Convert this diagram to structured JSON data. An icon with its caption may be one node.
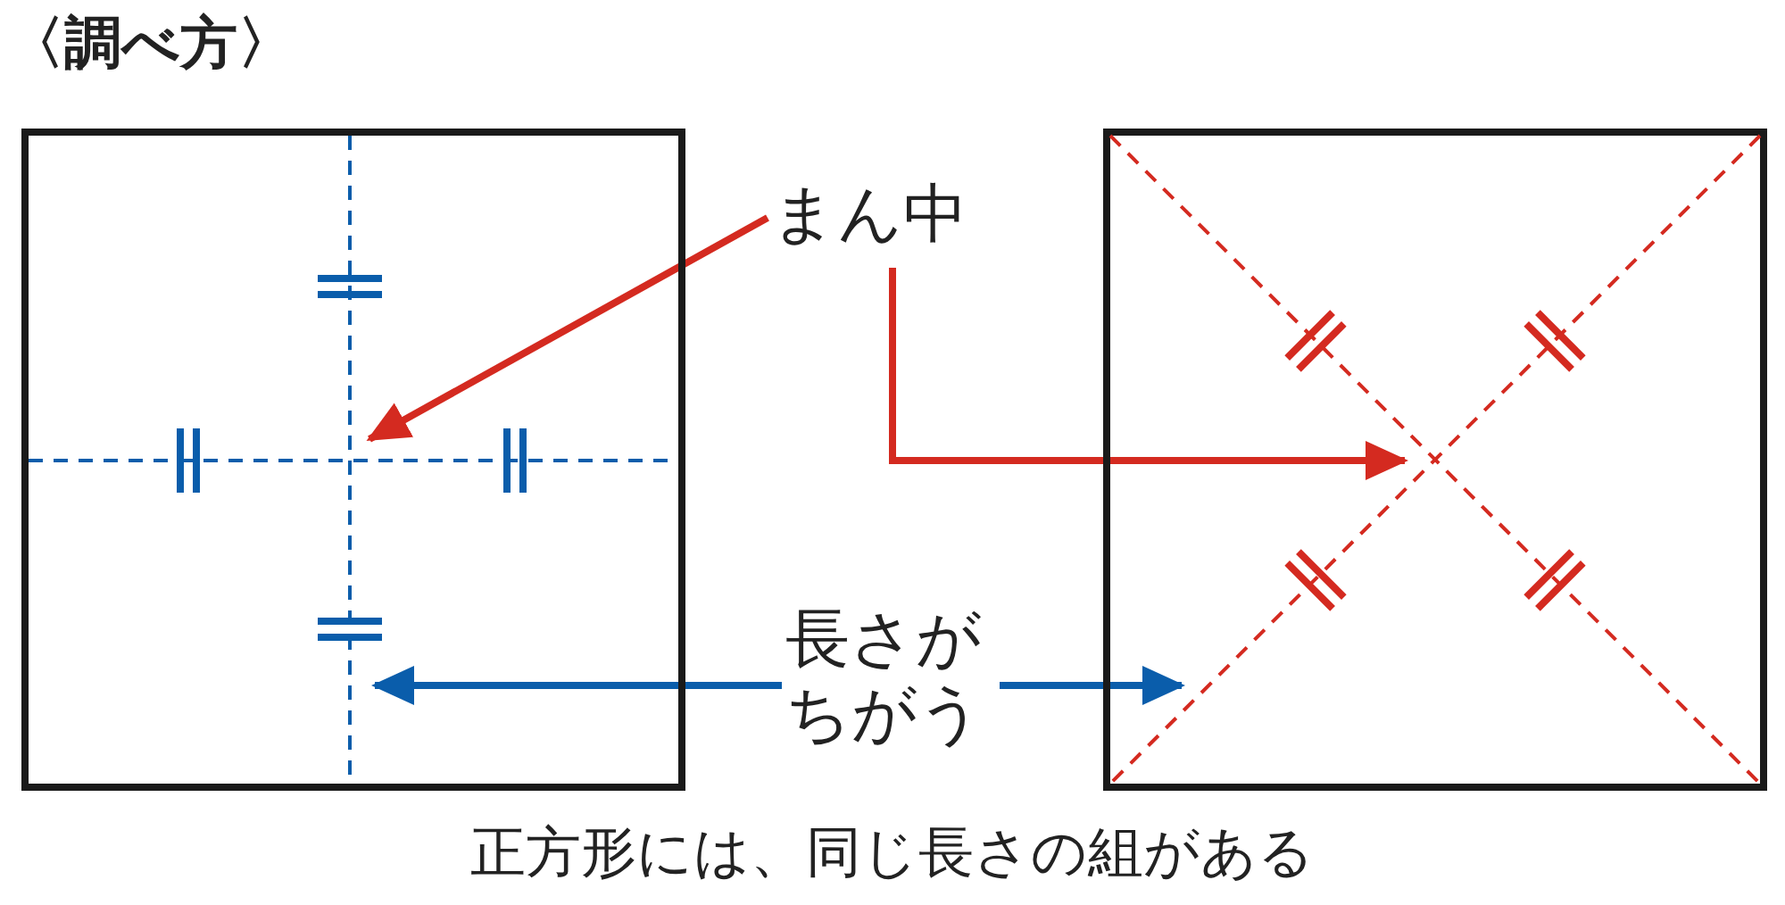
{
  "diagram": {
    "title": "〈調べ方〉",
    "nodes": [
      {
        "text": [],
        "shape": "box"
      },
      {
        "text": [],
        "shape": "box"
      },
      {
        "text": [
          "まん中"
        ]
      },
      {
        "text": [
          "長さがちがう"
        ]
      }
    ],
    "edges": [
      {
        "from": 2,
        "to": 0,
        "arrow": "to",
        "color": "#d42a20"
      },
      {
        "from": 2,
        "to": 1,
        "arrow": "to",
        "color": "#d42a20"
      },
      {
        "from": 3,
        "to": 0,
        "arrow": "to",
        "color": "#0a5dab"
      },
      {
        "from": 3,
        "to": 1,
        "arrow": "to",
        "color": "#0a5dab"
      }
    ],
    "caption": "正方形には、同じ長さの組がある"
  }
}
